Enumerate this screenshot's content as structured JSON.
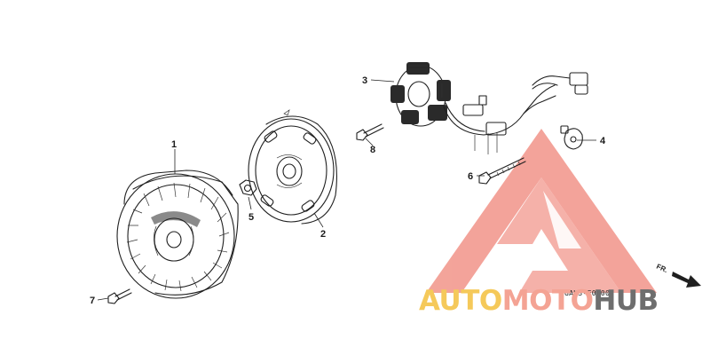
{
  "diagram": {
    "parts": [
      {
        "ref": "1"
      },
      {
        "ref": "2"
      },
      {
        "ref": "3"
      },
      {
        "ref": "4"
      },
      {
        "ref": "5"
      },
      {
        "ref": "6"
      },
      {
        "ref": "7"
      },
      {
        "ref": "8"
      }
    ],
    "drawing_code": "GAH3-E0300",
    "direction_label": "FR."
  },
  "watermark": {
    "word_part1": "AUTO",
    "word_part2": "MOTO",
    "word_part3": "HUB",
    "colors": {
      "auto": "#f5c95a",
      "moto": "#f4a394",
      "hub": "#6e6e6e",
      "triangle": "#f08a7e"
    }
  },
  "colors": {
    "ink": "#1f1f1f",
    "background": "#ffffff"
  }
}
